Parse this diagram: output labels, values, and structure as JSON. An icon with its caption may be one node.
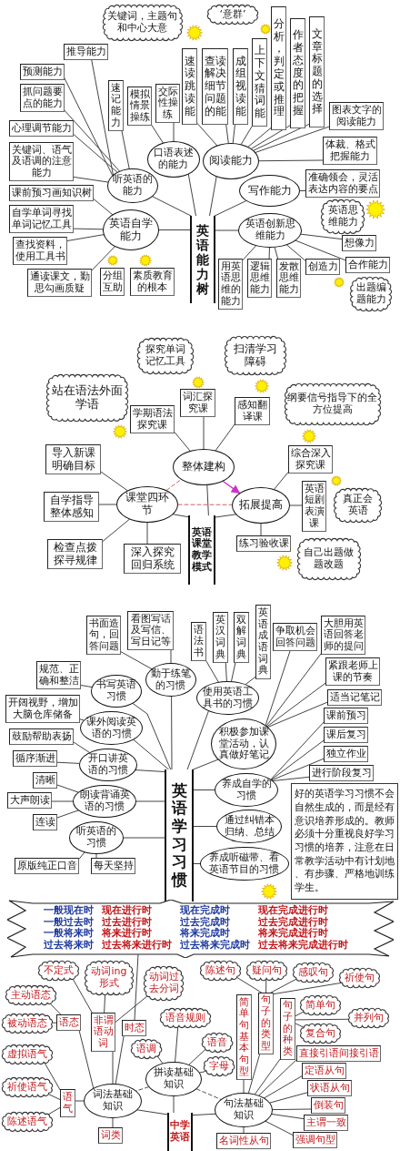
{
  "diagram": {
    "nodes": [
      {
        "text": [
          "关键词，主题句和中心大意"
        ]
      },
      {
        "text": [
          "‘意群’"
        ]
      },
      {
        "text": [
          "分析，判定或推理"
        ]
      },
      {
        "text": [
          "作者态度的把握"
        ]
      },
      {
        "text": [
          "文章标题的选择"
        ]
      },
      {
        "text": [
          "推导能力"
        ]
      },
      {
        "text": [
          "上下文猜词能"
        ]
      },
      {
        "text": [
          "预测能力"
        ]
      },
      {
        "text": [
          "速读跳读能"
        ]
      },
      {
        "text": [
          "查读解决细节问题的能"
        ]
      },
      {
        "text": [
          "成组视读能"
        ]
      },
      {
        "text": [
          "抓问题要点的能力"
        ]
      },
      {
        "text": [
          "速记能力"
        ]
      },
      {
        "text": [
          "模拟情景操练"
        ]
      },
      {
        "text": [
          "交际性操练"
        ]
      },
      {
        "text": [
          "图表文字的阅读能力"
        ]
      },
      {
        "text": [
          "心理调节能力"
        ]
      },
      {
        "text": [
          "口语表述的能力"
        ]
      },
      {
        "text": [
          "阅读能力"
        ]
      },
      {
        "text": [
          "体裁、格式把握能力"
        ]
      },
      {
        "text": [
          "关键词、语气及语调的注意能力"
        ]
      },
      {
        "text": [
          "听英语的能力"
        ]
      },
      {
        "text": [
          "写作能力"
        ]
      },
      {
        "text": [
          "准确领会，灵活表达内容的要点"
        ]
      },
      {
        "text": [
          "课前预习画知识树"
        ]
      },
      {
        "text": [
          "英语思维能力"
        ]
      },
      {
        "text": [
          "自学单词寻找单词记忆工具"
        ]
      },
      {
        "text": [
          "英语自学能力"
        ]
      },
      {
        "text": [
          "英语能力树"
        ]
      },
      {
        "text": [
          "英语创新思维能力"
        ]
      },
      {
        "text": [
          "查找资料，使用工具书"
        ]
      },
      {
        "text": [
          "想像力"
        ]
      },
      {
        "text": [
          "创造力"
        ]
      },
      {
        "text": [
          "合作能力"
        ]
      },
      {
        "text": [
          "通读课文，勤思勾画质疑"
        ]
      },
      {
        "text": [
          "分组互助"
        ]
      },
      {
        "text": [
          "素质教育的根本"
        ]
      },
      {
        "text": [
          "用英语思维的能力"
        ]
      },
      {
        "text": [
          "逻辑思维能力"
        ]
      },
      {
        "text": [
          "发散思维能力"
        ]
      },
      {
        "text": [
          "出题编题能力"
        ]
      },
      {
        "text": [
          "探究单词记忆工具"
        ]
      },
      {
        "text": [
          "扫清学习障碍"
        ]
      },
      {
        "text": [
          "站在语法外面学语"
        ]
      },
      {
        "text": [
          "纲要信号指导下的全方位提高"
        ]
      },
      {
        "text": [
          "词汇探究课"
        ]
      },
      {
        "text": [
          "感知翻译课"
        ]
      },
      {
        "text": [
          "学期语法探究课"
        ]
      },
      {
        "text": [
          "导入新课明确目标"
        ]
      },
      {
        "text": [
          "综合深入探究课"
        ]
      },
      {
        "text": [
          "整体建构"
        ]
      },
      {
        "text": [
          "英语短剧表演课"
        ]
      },
      {
        "text": [
          "课堂四环节"
        ]
      },
      {
        "text": [
          "拓展提高"
        ]
      },
      {
        "text": [
          "真正会英语"
        ]
      },
      {
        "text": [
          "自学指导整体感知"
        ]
      },
      {
        "text": [
          "英语课堂教学模式"
        ]
      },
      {
        "text": [
          "练习验收课"
        ]
      },
      {
        "text": [
          "检查点拨探寻规律"
        ]
      },
      {
        "text": [
          "深入探究回归系统"
        ]
      },
      {
        "text": [
          "自己出题做题改题"
        ]
      },
      {
        "text": [
          "英语成语词典"
        ]
      },
      {
        "text": [
          "看图写话及写信、写日记等"
        ]
      },
      {
        "text": [
          "英汉词典"
        ]
      },
      {
        "text": [
          "双解词典"
        ]
      },
      {
        "text": [
          "大胆用英语回答老师的提问"
        ]
      },
      {
        "text": [
          "书面造句，回答问题"
        ]
      },
      {
        "text": [
          "语法书"
        ]
      },
      {
        "text": [
          "争取机会回答问题"
        ]
      },
      {
        "text": [
          "规范、正确和整洁"
        ]
      },
      {
        "text": [
          "紧跟老师上课的节奏"
        ]
      },
      {
        "text": [
          "勤于练笔的习惯"
        ]
      },
      {
        "text": [
          "书写英语习惯"
        ]
      },
      {
        "text": [
          "使用英语工具书的习惯"
        ]
      },
      {
        "text": [
          "适当记笔记"
        ]
      },
      {
        "text": [
          "开阔视野，增加大脑仓库储备"
        ]
      },
      {
        "text": [
          "课前预习"
        ]
      },
      {
        "text": [
          "课外阅读英语的习惯"
        ]
      },
      {
        "text": [
          "积极参加课堂活动，认真做好笔记"
        ]
      },
      {
        "text": [
          "课后复习"
        ]
      },
      {
        "text": [
          "鼓励帮助表扬"
        ]
      },
      {
        "text": [
          "独立作业"
        ]
      },
      {
        "text": [
          "循序渐进"
        ]
      },
      {
        "text": [
          "开口讲英语的习惯"
        ]
      },
      {
        "text": [
          "养成自学的习惯"
        ]
      },
      {
        "text": [
          "进行阶段复习"
        ]
      },
      {
        "text": [
          "清晰"
        ]
      },
      {
        "text": [
          "朗读背诵英语的习惯"
        ]
      },
      {
        "text": [
          "通过纠错本归纳、总结"
        ]
      },
      {
        "text": [
          "大声朗读"
        ]
      },
      {
        "text": [
          "英语学习习惯"
        ]
      },
      {
        "text": [
          "好的英语学习习惯不会自然生成的，而是经有意识培养形成的。教师必须十分重视良好学习习惯的培养，注意在日常教学活动中有计划地、有步骤、严格地训练学生。"
        ]
      },
      {
        "text": [
          "连读"
        ]
      },
      {
        "text": [
          "听英语的习惯"
        ]
      },
      {
        "text": [
          "养成听磁带、看英语节目的习惯"
        ]
      },
      {
        "text": [
          "原版纯正口音"
        ]
      },
      {
        "text": [
          "每天坚持"
        ]
      },
      {
        "text": [
          "一般现在时",
          "现在进行时",
          "现在完成时",
          "现在完成进行时",
          "一般过去时",
          "过去进行时",
          "过去完成时",
          "过去完成进行时",
          "一般将来时",
          "将来进行时",
          "将来完成时",
          "将来完成进行时",
          "过去将来时",
          "过去将来进行时",
          "过去将来完成时",
          "过去将来完成进行时"
        ]
      },
      {
        "text": [
          "不定式"
        ]
      },
      {
        "text": [
          "动词ing形式"
        ]
      },
      {
        "text": [
          "疑问句"
        ]
      },
      {
        "text": [
          "感叹句"
        ]
      },
      {
        "text": [
          "陈述句"
        ]
      },
      {
        "text": [
          "主动语态"
        ]
      },
      {
        "text": [
          "祈使句"
        ]
      },
      {
        "text": [
          "动词过去分词"
        ]
      },
      {
        "text": [
          "简单句基本句型"
        ]
      },
      {
        "text": [
          "句子的类型"
        ]
      },
      {
        "text": [
          "句子的种类"
        ]
      },
      {
        "text": [
          "语音规则"
        ]
      },
      {
        "text": [
          "简单句"
        ]
      },
      {
        "text": [
          "语态"
        ]
      },
      {
        "text": [
          "被动语态"
        ]
      },
      {
        "text": [
          "语音"
        ]
      },
      {
        "text": [
          "并列句"
        ]
      },
      {
        "text": [
          "语调"
        ]
      },
      {
        "text": [
          "非谓语动词"
        ]
      },
      {
        "text": [
          "复合句"
        ]
      },
      {
        "text": [
          "字母"
        ]
      },
      {
        "text": [
          "时态"
        ]
      },
      {
        "text": [
          "虚拟语气"
        ]
      },
      {
        "text": [
          "直接引语间接引语"
        ]
      },
      {
        "text": [
          "拼读基础知识"
        ]
      },
      {
        "text": [
          "定语从句"
        ]
      },
      {
        "text": [
          "祈使语气"
        ]
      },
      {
        "text": [
          "词法基础知识"
        ]
      },
      {
        "text": [
          "状语从句"
        ]
      },
      {
        "text": [
          "语气"
        ]
      },
      {
        "text": [
          "句法基础知识"
        ]
      },
      {
        "text": [
          "倒装句"
        ]
      },
      {
        "text": [
          "陈述语气"
        ]
      },
      {
        "text": [
          "主谓一致"
        ]
      },
      {
        "text": [
          "中学英语"
        ]
      },
      {
        "text": [
          "词类"
        ]
      },
      {
        "text": [
          "强调句型"
        ]
      },
      {
        "text": [
          "名词性从句"
        ]
      }
    ],
    "edges": [
      {
        "from": 28,
        "to": 17,
        "arrow": "none"
      },
      {
        "from": 28,
        "to": 18,
        "arrow": "none"
      },
      {
        "from": 28,
        "to": 21,
        "arrow": "none"
      },
      {
        "from": 28,
        "to": 22,
        "arrow": "none"
      },
      {
        "from": 28,
        "to": 27,
        "arrow": "none"
      },
      {
        "from": 28,
        "to": 29,
        "arrow": "none"
      },
      {
        "from": 21,
        "to": 5,
        "arrow": "none"
      },
      {
        "from": 21,
        "to": 7,
        "arrow": "none"
      },
      {
        "from": 21,
        "to": 11,
        "arrow": "none"
      },
      {
        "from": 21,
        "to": 12,
        "arrow": "none"
      },
      {
        "from": 21,
        "to": 16,
        "arrow": "none"
      },
      {
        "from": 21,
        "to": 20,
        "arrow": "none"
      },
      {
        "from": 17,
        "to": 13,
        "arrow": "none"
      },
      {
        "from": 17,
        "to": 14,
        "arrow": "none"
      },
      {
        "from": 18,
        "to": 8,
        "arrow": "none"
      },
      {
        "from": 18,
        "to": 9,
        "arrow": "none"
      },
      {
        "from": 18,
        "to": 10,
        "arrow": "none"
      },
      {
        "from": 18,
        "to": 6,
        "arrow": "none"
      },
      {
        "from": 18,
        "to": 2,
        "arrow": "none"
      },
      {
        "from": 18,
        "to": 3,
        "arrow": "none"
      },
      {
        "from": 18,
        "to": 4,
        "arrow": "none"
      },
      {
        "from": 18,
        "to": 15,
        "arrow": "none"
      },
      {
        "from": 18,
        "to": 19,
        "arrow": "none"
      },
      {
        "from": 22,
        "to": 23,
        "arrow": "none"
      },
      {
        "from": 27,
        "to": 24,
        "arrow": "none"
      },
      {
        "from": 27,
        "to": 26,
        "arrow": "none"
      },
      {
        "from": 27,
        "to": 30,
        "arrow": "none"
      },
      {
        "from": 27,
        "to": 34,
        "arrow": "none"
      },
      {
        "from": 29,
        "to": 31,
        "arrow": "none"
      },
      {
        "from": 29,
        "to": 32,
        "arrow": "none"
      },
      {
        "from": 29,
        "to": 33,
        "arrow": "none"
      },
      {
        "from": 29,
        "to": 37,
        "arrow": "none"
      },
      {
        "from": 29,
        "to": 38,
        "arrow": "none"
      },
      {
        "from": 29,
        "to": 39,
        "arrow": "none"
      },
      {
        "from": 56,
        "to": 50,
        "arrow": "none"
      },
      {
        "from": 56,
        "to": 52,
        "arrow": "none"
      },
      {
        "from": 56,
        "to": 53,
        "arrow": "none"
      },
      {
        "from": 50,
        "to": 47,
        "arrow": "none"
      },
      {
        "from": 50,
        "to": 45,
        "arrow": "none"
      },
      {
        "from": 50,
        "to": 46,
        "arrow": "none"
      },
      {
        "from": 52,
        "to": 48,
        "arrow": "none"
      },
      {
        "from": 52,
        "to": 55,
        "arrow": "none"
      },
      {
        "from": 52,
        "to": 58,
        "arrow": "none"
      },
      {
        "from": 52,
        "to": 59,
        "arrow": "none"
      },
      {
        "from": 53,
        "to": 49,
        "arrow": "none"
      },
      {
        "from": 53,
        "to": 51,
        "arrow": "none"
      },
      {
        "from": 53,
        "to": 57,
        "arrow": "none"
      },
      {
        "from": 50,
        "to": 53,
        "arrow": "to",
        "color": "#cc33cc"
      },
      {
        "from": 52,
        "to": 50,
        "arrow": "none",
        "style": "dashed",
        "color": "#d06060"
      },
      {
        "from": 52,
        "to": 53,
        "arrow": "none",
        "style": "dashed",
        "color": "#d06060"
      },
      {
        "from": 90,
        "to": 71,
        "arrow": "none"
      },
      {
        "from": 90,
        "to": 72,
        "arrow": "none"
      },
      {
        "from": 90,
        "to": 73,
        "arrow": "none"
      },
      {
        "from": 90,
        "to": 77,
        "arrow": "none"
      },
      {
        "from": 90,
        "to": 78,
        "arrow": "none"
      },
      {
        "from": 90,
        "to": 83,
        "arrow": "none"
      },
      {
        "from": 90,
        "to": 84,
        "arrow": "none"
      },
      {
        "from": 90,
        "to": 87,
        "arrow": "none"
      },
      {
        "from": 90,
        "to": 88,
        "arrow": "none"
      },
      {
        "from": 90,
        "to": 93,
        "arrow": "none"
      },
      {
        "from": 90,
        "to": 94,
        "arrow": "none"
      },
      {
        "from": 71,
        "to": 66,
        "arrow": "none"
      },
      {
        "from": 71,
        "to": 62,
        "arrow": "none"
      },
      {
        "from": 72,
        "to": 69,
        "arrow": "none"
      },
      {
        "from": 73,
        "to": 67,
        "arrow": "none"
      },
      {
        "from": 73,
        "to": 63,
        "arrow": "none"
      },
      {
        "from": 73,
        "to": 64,
        "arrow": "none"
      },
      {
        "from": 73,
        "to": 61,
        "arrow": "none"
      },
      {
        "from": 77,
        "to": 75,
        "arrow": "none"
      },
      {
        "from": 78,
        "to": 68,
        "arrow": "none"
      },
      {
        "from": 78,
        "to": 65,
        "arrow": "none"
      },
      {
        "from": 78,
        "to": 70,
        "arrow": "none"
      },
      {
        "from": 78,
        "to": 74,
        "arrow": "none"
      },
      {
        "from": 83,
        "to": 80,
        "arrow": "none"
      },
      {
        "from": 83,
        "to": 82,
        "arrow": "none"
      },
      {
        "from": 84,
        "to": 76,
        "arrow": "none"
      },
      {
        "from": 84,
        "to": 79,
        "arrow": "none"
      },
      {
        "from": 84,
        "to": 81,
        "arrow": "none"
      },
      {
        "from": 84,
        "to": 85,
        "arrow": "none"
      },
      {
        "from": 87,
        "to": 86,
        "arrow": "none"
      },
      {
        "from": 87,
        "to": 89,
        "arrow": "none"
      },
      {
        "from": 87,
        "to": 92,
        "arrow": "none"
      },
      {
        "from": 93,
        "to": 95,
        "arrow": "none"
      },
      {
        "from": 93,
        "to": 96,
        "arrow": "none"
      },
      {
        "from": 132,
        "to": 125,
        "arrow": "none"
      },
      {
        "from": 132,
        "to": 122,
        "arrow": "none"
      },
      {
        "from": 132,
        "to": 128,
        "arrow": "none"
      },
      {
        "from": 119,
        "to": 97,
        "arrow": "none"
      },
      {
        "from": 116,
        "to": 98,
        "arrow": "none"
      },
      {
        "from": 116,
        "to": 99,
        "arrow": "none"
      },
      {
        "from": 116,
        "to": 105,
        "arrow": "none"
      },
      {
        "from": 111,
        "to": 103,
        "arrow": "none"
      },
      {
        "from": 111,
        "to": 112,
        "arrow": "none"
      },
      {
        "from": 127,
        "to": 120,
        "arrow": "none"
      },
      {
        "from": 127,
        "to": 124,
        "arrow": "none"
      },
      {
        "from": 127,
        "to": 130,
        "arrow": "none"
      },
      {
        "from": 122,
        "to": 109,
        "arrow": "none"
      },
      {
        "from": 122,
        "to": 113,
        "arrow": "none"
      },
      {
        "from": 122,
        "to": 115,
        "arrow": "none"
      },
      {
        "from": 122,
        "to": 118,
        "arrow": "none"
      },
      {
        "from": 107,
        "to": 102,
        "arrow": "none"
      },
      {
        "from": 107,
        "to": 100,
        "arrow": "none"
      },
      {
        "from": 107,
        "to": 101,
        "arrow": "none"
      },
      {
        "from": 107,
        "to": 104,
        "arrow": "none"
      },
      {
        "from": 108,
        "to": 110,
        "arrow": "none"
      },
      {
        "from": 108,
        "to": 114,
        "arrow": "none"
      },
      {
        "from": 108,
        "to": 117,
        "arrow": "none"
      },
      {
        "from": 128,
        "to": 106,
        "arrow": "none"
      },
      {
        "from": 128,
        "to": 107,
        "arrow": "none"
      },
      {
        "from": 128,
        "to": 108,
        "arrow": "none"
      },
      {
        "from": 128,
        "to": 121,
        "arrow": "none"
      },
      {
        "from": 128,
        "to": 123,
        "arrow": "none"
      },
      {
        "from": 128,
        "to": 126,
        "arrow": "none"
      },
      {
        "from": 128,
        "to": 129,
        "arrow": "none"
      },
      {
        "from": 128,
        "to": 131,
        "arrow": "none"
      },
      {
        "from": 128,
        "to": 134,
        "arrow": "none"
      },
      {
        "from": 128,
        "to": 135,
        "arrow": "none"
      },
      {
        "from": 125,
        "to": 111,
        "arrow": "none"
      },
      {
        "from": 125,
        "to": 116,
        "arrow": "none"
      },
      {
        "from": 125,
        "to": 119,
        "arrow": "none"
      },
      {
        "from": 125,
        "to": 127,
        "arrow": "none"
      },
      {
        "from": 125,
        "to": 133,
        "arrow": "none"
      },
      {
        "from": 122,
        "to": 125,
        "arrow": "none",
        "style": "dashed"
      },
      {
        "from": 122,
        "to": 128,
        "arrow": "none",
        "style": "dashed"
      }
    ]
  }
}
